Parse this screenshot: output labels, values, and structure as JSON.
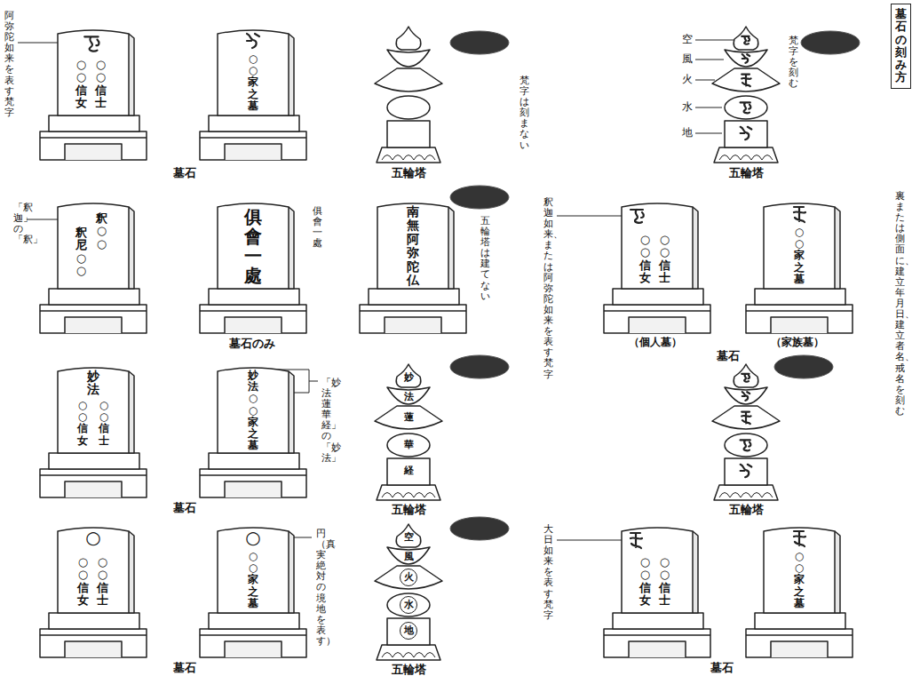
{
  "diagram": {
    "title": "墓石の刻み方",
    "nodes": [
      {
        "text": [
          "○○信士",
          "○○信女"
        ]
      },
      {
        "text": [
          "○○家之墓"
        ]
      },
      {
        "text": [
          "釈○○",
          "釈尼○○"
        ]
      },
      {
        "text": [
          "俱會一處"
        ]
      },
      {
        "text": [
          "南無阿弥陀仏"
        ]
      },
      {
        "text": [
          "○○信士",
          "○○信女"
        ]
      },
      {
        "text": [
          "○○家之墓"
        ]
      },
      {
        "text": [
          "妙法",
          "○○信士",
          "○○信女"
        ]
      },
      {
        "text": [
          "妙法○○家之墓"
        ]
      },
      {
        "text": [
          "妙",
          "法",
          "蓮",
          "華",
          "経"
        ]
      },
      {
        "text": [
          "○",
          "○○信士",
          "○○信女"
        ]
      },
      {
        "text": [
          "○",
          "○○家之墓"
        ]
      },
      {
        "text": [
          "空",
          "風",
          "火",
          "水",
          "地"
        ]
      },
      {
        "text": [
          "○○信士",
          "○○信女"
        ]
      },
      {
        "text": [
          "○○家之墓"
        ]
      }
    ],
    "labels": [
      "阿弥陀如来を表す梵字",
      "墓石",
      "五輪塔",
      "梵字は刻まない",
      "空",
      "風",
      "火",
      "水",
      "地",
      "梵字を刻む",
      "五輪塔",
      "「釈迦」の「釈」",
      "俱會一處",
      "墓石のみ",
      "五輪塔は建てない",
      "釈迦如来、または阿弥陀如来を表す梵字",
      "（個人墓）",
      "（家族墓）",
      "墓石",
      "裏または側面に、建立年月日、建立者名、戒名を刻む",
      "墓石",
      "「妙法蓮華経」の「妙法」",
      "五輪塔",
      "五輪塔",
      "墓石",
      "円（真実絶対の境地を表す）",
      "五輪塔",
      "大日如来を表す梵字",
      "墓石"
    ]
  }
}
